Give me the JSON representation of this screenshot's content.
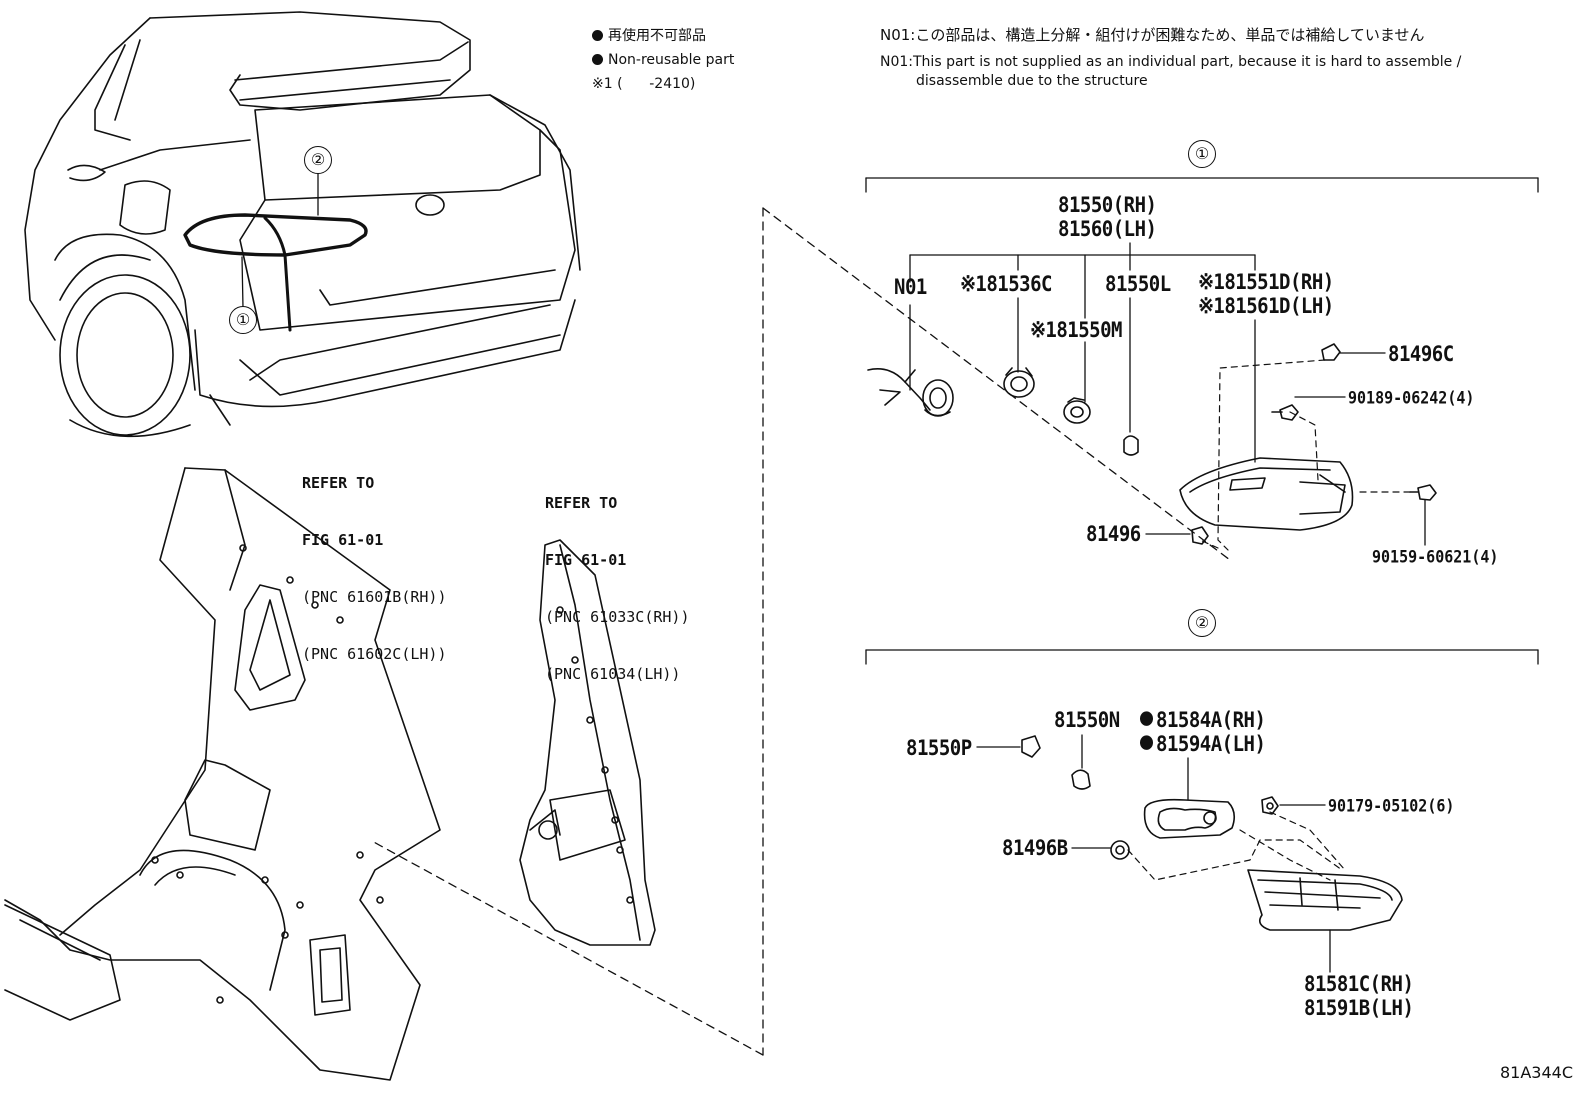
{
  "legend": {
    "non_reusable_ja": "再使用不可部品",
    "non_reusable_en": "Non-reusable part",
    "note1": "※1 (      -2410)"
  },
  "note": {
    "ja": "N01:この部品は、構造上分解・組付けが困難なため、単品では補給していません",
    "en_line1": "N01:This part is not supplied as an individual part, because it is hard to assemble /",
    "en_line2": "disassemble due to the structure"
  },
  "refs": {
    "left": {
      "line1": "REFER TO",
      "line2": "FIG 61-01",
      "line3": "(PNC 61601B(RH))",
      "line4": "(PNC 61602C(LH))"
    },
    "right": {
      "line1": "REFER TO",
      "line2": "FIG 61-01",
      "line3": "(PNC 61033C(RH))",
      "line4": "(PNC 61034(LH))"
    }
  },
  "callouts": {
    "one": "①",
    "two": "②"
  },
  "group1": {
    "assy_rh": "81550(RH)",
    "assy_lh": "81560(LH)",
    "n01": "N01",
    "p81536c": "※181536C",
    "p81550m": "※181550M",
    "p81550l": "81550L",
    "p81551d": "※181551D(RH)",
    "p81561d": "※181561D(LH)",
    "p81496c": "81496C",
    "p90189": "90189-06242(4)",
    "p81496": "81496",
    "p90159": "90159-60621(4)"
  },
  "group2": {
    "p81550n": "81550N",
    "p81550p": "81550P",
    "p81584a": "81584A(RH)",
    "p81594a": "81594A(LH)",
    "p90179": "90179-05102(6)",
    "p81496b": "81496B",
    "p81581c": "81581C(RH)",
    "p81591b": "81591B(LH)"
  },
  "illustration_code": "81A344C"
}
